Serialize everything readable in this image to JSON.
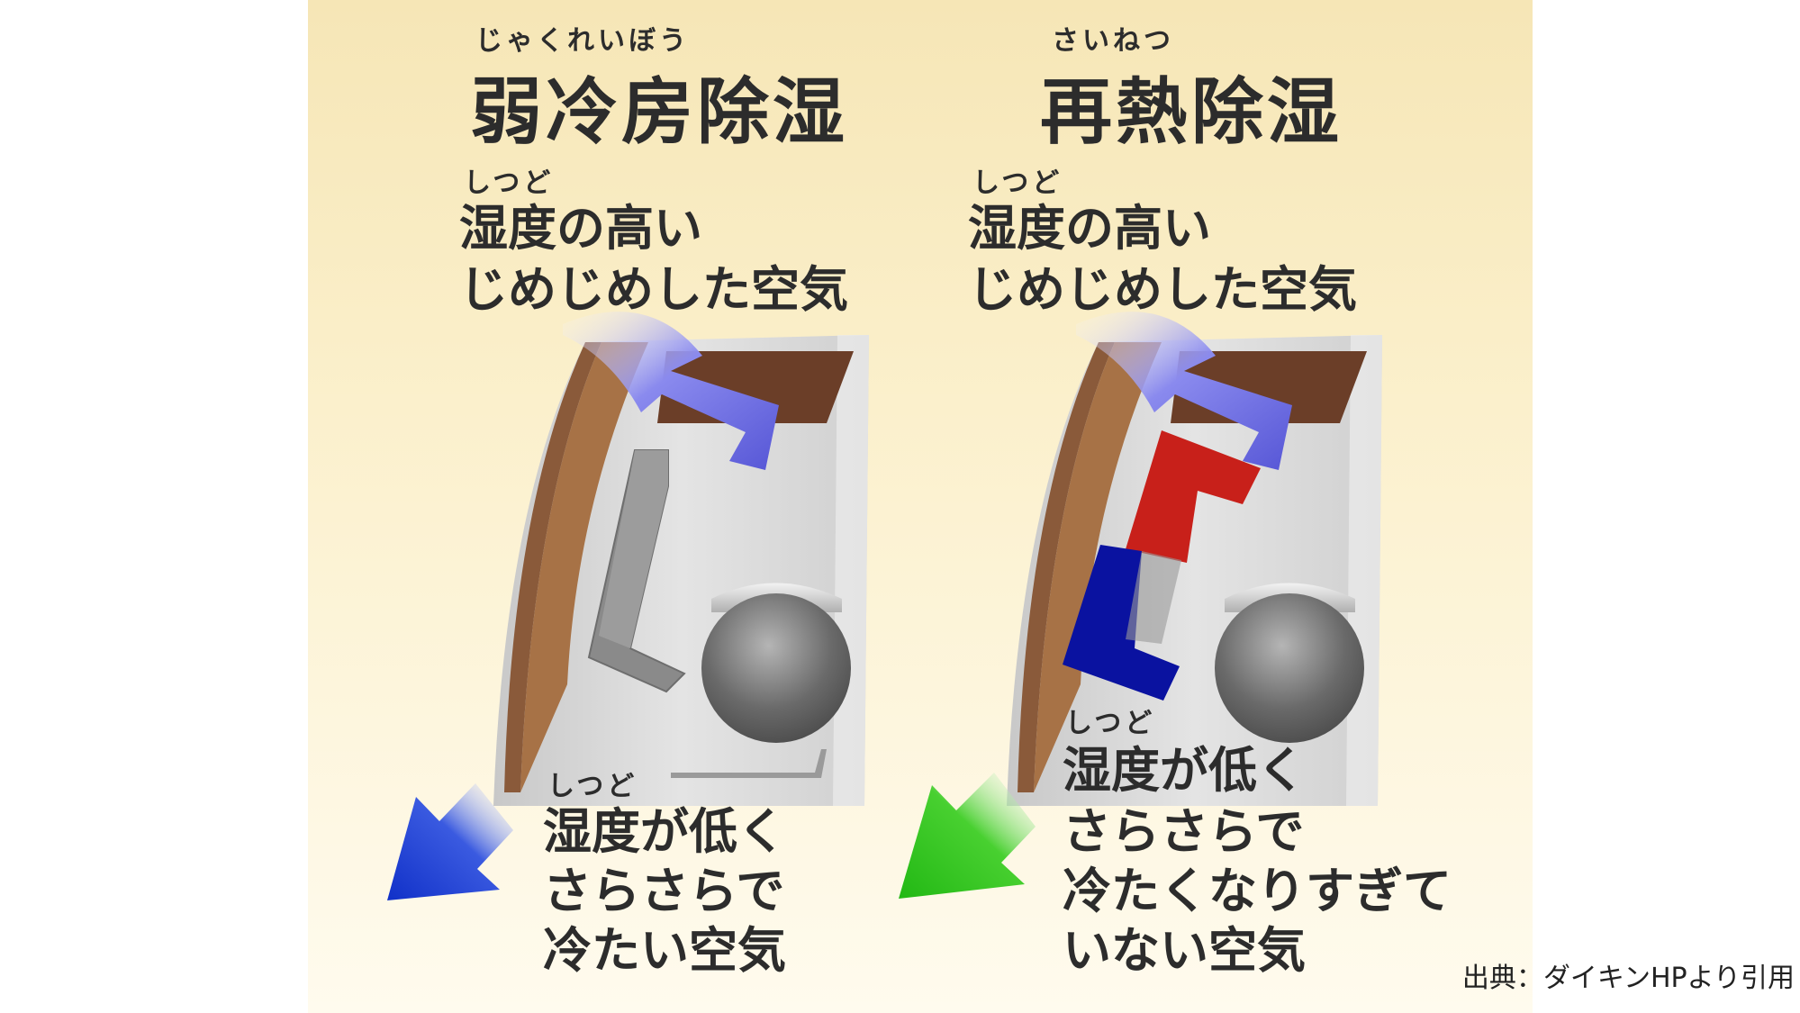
{
  "left": {
    "title_ruby": "じゃくれいぼう",
    "title": "弱冷房除湿",
    "input_ruby": "しつど",
    "input_line1": "湿度の高い",
    "input_line2": "じめじめした空気",
    "output_ruby": "しつど",
    "output_line1": "湿度が低く",
    "output_line2": "さらさらで",
    "output_line3": "冷たい空気"
  },
  "right": {
    "title_ruby": "さいねつ",
    "title": "再熱除湿",
    "input_ruby": "しつど",
    "input_line1": "湿度の高い",
    "input_line2": "じめじめした空気",
    "output_ruby": "しつど",
    "output_line1": "湿度が低く",
    "output_line2": "さらさらで",
    "output_line3": "冷たくなりすぎて",
    "output_line4": "いない空気"
  },
  "credit": "出典：ダイキンHPより引用",
  "colors": {
    "background_top": "#f6e6b6",
    "wall": "#8a5a3a",
    "unit_body": "#d9d9d9",
    "cooling_coil": "#8a8a8a",
    "reheat_coil": "#c8201a",
    "cool_coil_blue": "#0a12a0",
    "inflow_arrow": "#6f6fe0",
    "outflow_arrow_left": "#1f3fd0",
    "outflow_arrow_right": "#30c020"
  },
  "icons": [
    "inflow-arrow-icon",
    "outflow-arrow-icon",
    "fan-icon",
    "air-conditioner-icon"
  ]
}
